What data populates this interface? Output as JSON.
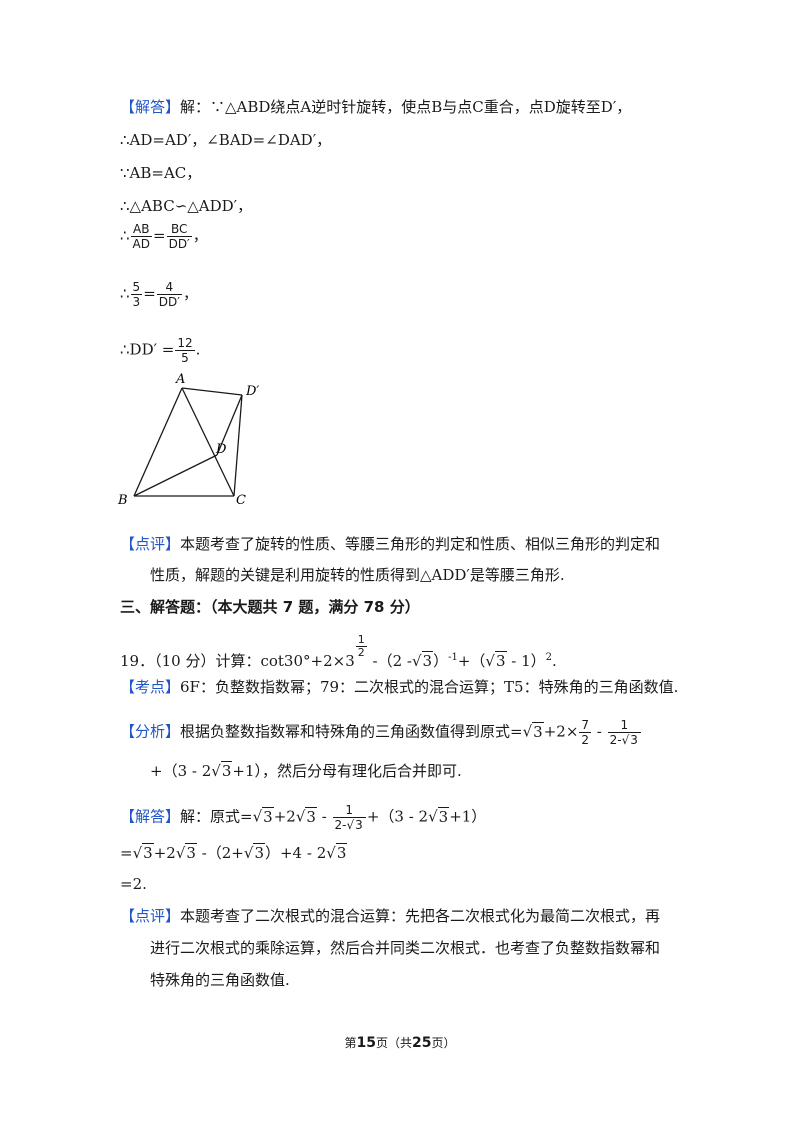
{
  "solution1": {
    "tag": "【解答】",
    "l1": "解：∵△ABD绕点A逆时针旋转，使点B与点C重合，点D旋转至D′，",
    "l2": "∴AD=AD′，∠BAD=∠DAD′，",
    "l3": "∵AB=AC，",
    "l4": "∴△ABC∽△ADD′，",
    "f1": {
      "pre": "∴",
      "n1": "AB",
      "d1": "AD",
      "n2": "BC",
      "d2": "DD′",
      "post": "，"
    },
    "f2": {
      "pre": "∴",
      "n1": "5",
      "d1": "3",
      "n2": "4",
      "d2": "DD′",
      "post": "，"
    },
    "f3": {
      "pre": "∴DD′ =",
      "n": "12",
      "d": "5",
      "post": "."
    }
  },
  "figure": {
    "labels": {
      "a": "A",
      "b": "B",
      "c": "C",
      "d": "D",
      "dp": "D′"
    }
  },
  "comment1": {
    "tag": "【点评】",
    "l1": "本题考查了旋转的性质、等腰三角形的判定和性质、相似三角形的判定和",
    "l2": "性质，解题的关键是利用旋转的性质得到△ADD′是等腰三角形."
  },
  "section": {
    "title": "三、解答题：（本大题共 7 题，满分 78 分）"
  },
  "q19": {
    "num": "19．",
    "score": "（10 分）计算：cot30°+2×",
    "exp_base": "3",
    "exp_n": "1",
    "exp_d": "2",
    "rest1": " -（2 -",
    "r3": "3",
    "rest2": "）",
    "neg1": "-1",
    "rest3": "+（",
    "rest4": " - 1）",
    "sq": "2",
    "end": "."
  },
  "kaodian": {
    "tag": "【考点】",
    "text": "6F：负整数指数幂；79：二次根式的混合运算；T5：特殊角的三角函数值."
  },
  "fenxi": {
    "tag": "【分析】",
    "text": "根据负整数指数幂和特殊角的三角函数值得到原式=",
    "mid1": "+2×",
    "fn": "7",
    "fd": "2",
    "minus": " - ",
    "gn": "1",
    "gd_pre": "2-",
    "r3": "3",
    "l2a": "+（3 - 2",
    "l2b": "+1），然后分母有理化后合并即可."
  },
  "solution2": {
    "tag": "【解答】",
    "l1a": "解：原式=",
    "l1b": "+2",
    "l1c": " - ",
    "fn": "1",
    "fd_pre": "2-",
    "l1d": "+（3 - 2",
    "l1e": "+1）",
    "l2a": "=",
    "l2b": "+2",
    "l2c": " -（2+",
    "l2d": "）+4 - 2",
    "l3": "=2.",
    "r3": "3"
  },
  "comment2": {
    "tag": "【点评】",
    "l1": "本题考查了二次根式的混合运算：先把各二次根式化为最简二次根式，再",
    "l2": "进行二次根式的乘除运算，然后合并同类二次根式．也考查了负整数指数幂和",
    "l3": "特殊角的三角函数值."
  },
  "footer": {
    "pre": "第",
    "page": "15",
    "mid": "页（共",
    "total": "25",
    "post": "页）"
  }
}
